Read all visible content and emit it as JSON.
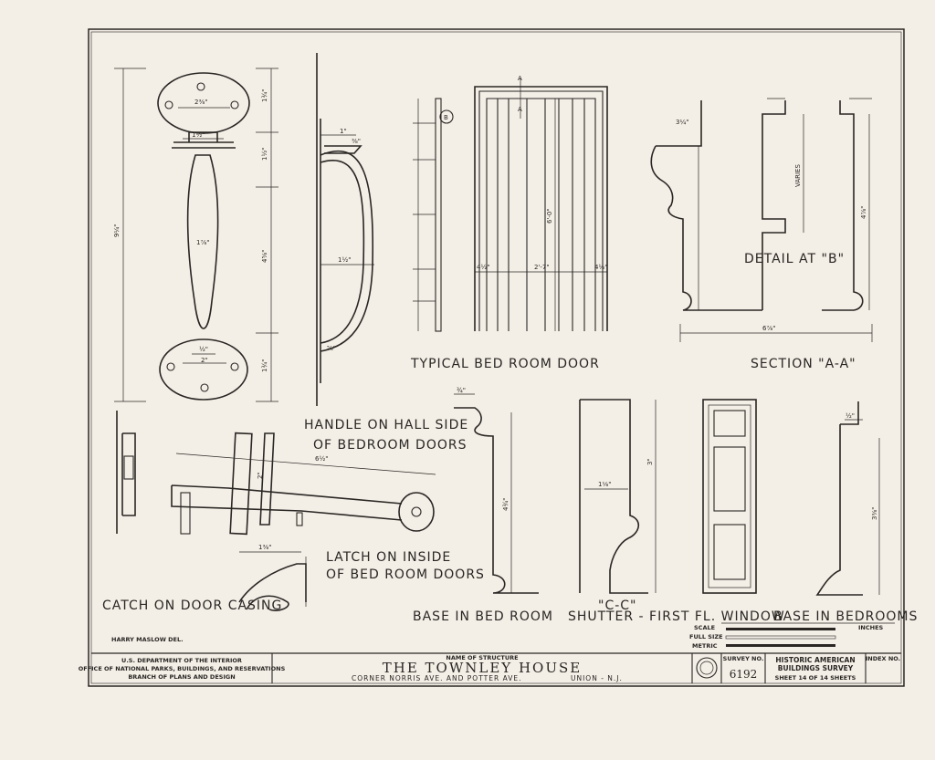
{
  "titles": {
    "handle": "HANDLE ON HALL SIDE",
    "handle2": "OF BEDROOM DOORS",
    "door": "TYPICAL BED ROOM DOOR",
    "section": "SECTION \"A-A\"",
    "detail": "DETAIL AT \"B\"",
    "latch": "LATCH ON INSIDE",
    "latch2": "OF BED ROOM DOORS",
    "catch": "CATCH ON DOOR CASING",
    "base1": "BASE IN BED ROOM",
    "shutter": "SHUTTER - FIRST FL. WINDOW",
    "cc": "\"C-C\"",
    "base2": "BASE IN BEDROOMS",
    "delineator": "HARRY MASLOW DEL."
  },
  "dimensions": {
    "handle_height": "9¼\"",
    "plate_width": "2⅜\"",
    "d1": "1½\"",
    "d2": "1¾\"",
    "d3": "1½\"",
    "d4": "4⅝\"",
    "d5": "1⅞\"",
    "d6": "1¾\"",
    "d7": "1½\"",
    "d8": "½\"",
    "d9": "2\"",
    "d10": "⅜\"",
    "d11": "1\"",
    "d12": "1½\"",
    "d13": "⅝\"",
    "door_height": "6'-0\"",
    "door_width": "2'-7\"",
    "door_left": "4½\"",
    "door_right": "4½\"",
    "marker_a": "A",
    "marker_b": "B",
    "varies": "VARIES",
    "sec_total": "6⅞\"",
    "sec_top": "3¼\"",
    "sec_right_h": "4⅞\"",
    "latch_len": "6½\"",
    "latch_h": "2\"",
    "catch_w": "1⅜\"",
    "base1_h": "4¾\"",
    "base1_top": "¾\"",
    "shutter_h": "3\"",
    "shutter_w": "1⅛\"",
    "base2_h": "3⅜\"",
    "base2_top": "½\""
  },
  "scale": {
    "label": "SCALE",
    "fullsize": "FULL SIZE",
    "metric": "METRIC",
    "inches": "INCHES"
  },
  "title_block": {
    "agency1": "U.S. DEPARTMENT OF THE INTERIOR",
    "agency2": "OFFICE OF NATIONAL PARKS, BUILDINGS, AND RESERVATIONS",
    "agency3": "BRANCH OF PLANS AND DESIGN",
    "name_label": "NAME OF STRUCTURE",
    "name": "THE TOWNLEY HOUSE",
    "address": "CORNER NORRIS AVE. AND POTTER AVE.",
    "city": "UNION - N.J.",
    "survey_label": "SURVEY NO.",
    "survey_no": "6192",
    "habs1": "HISTORIC AMERICAN",
    "habs2": "BUILDINGS SURVEY",
    "sheet_text": "SHEET 14 OF 14 SHEETS",
    "index_label": "INDEX NO."
  }
}
